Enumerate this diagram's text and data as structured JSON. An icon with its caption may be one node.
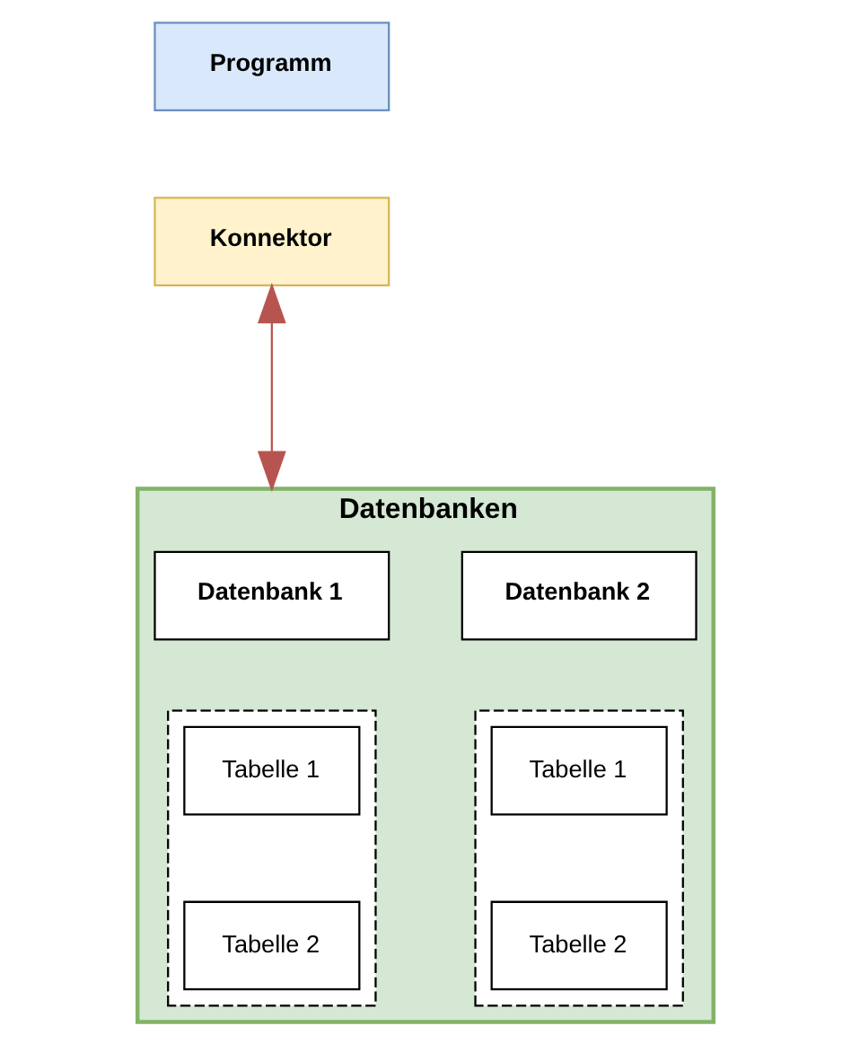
{
  "diagram": {
    "nodes": [
      {
        "text": [
          "Programm"
        ]
      },
      {
        "text": [
          "Konnektor"
        ]
      },
      {
        "text": [
          "Datenbanken"
        ]
      },
      {
        "text": [
          "Datenbank 1"
        ],
        "in": 2
      },
      {
        "text": [],
        "shape": "box",
        "in": 2
      },
      {
        "text": [
          "Tabelle 1"
        ],
        "in": 4
      },
      {
        "text": [
          "Tabelle 2"
        ],
        "in": 4
      },
      {
        "text": [
          "Datenbank 2"
        ],
        "in": 2
      },
      {
        "text": [],
        "shape": "box",
        "in": 2
      },
      {
        "text": [
          "Tabelle 1"
        ],
        "in": 8
      },
      {
        "text": [
          "Tabelle 2"
        ],
        "in": 8
      }
    ],
    "edges": [
      {
        "from": 1,
        "to": 2,
        "arrow": "both",
        "color": "#b85450"
      }
    ]
  }
}
